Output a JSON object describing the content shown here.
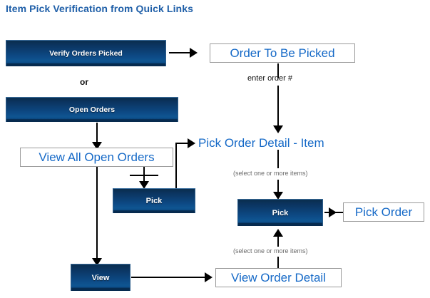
{
  "page": {
    "title": "Item Pick Verification from Quick Links",
    "title_color": "#1F5FA8",
    "link_color": "#1569C7",
    "button_gradient_top": "#0a2d4e",
    "button_gradient_mid": "#0f5591",
    "button_gradient_bottom": "#062a4e"
  },
  "nodes": {
    "verify_orders_picked": "Verify Orders Picked",
    "open_orders": "Open Orders",
    "order_to_be_picked": "Order To Be Picked",
    "view_all_open_orders": "View All Open Orders",
    "pick_order_detail_item": "Pick Order Detail - Item",
    "pick_left": "Pick",
    "pick_right": "Pick",
    "pick_order": "Pick Order",
    "view": "View",
    "view_order_detail": "View Order Detail"
  },
  "labels": {
    "or": "or",
    "enter_order_number": "enter order #",
    "select_items_top": "(select one or more items)",
    "select_items_bottom": "(select one or more items)"
  }
}
